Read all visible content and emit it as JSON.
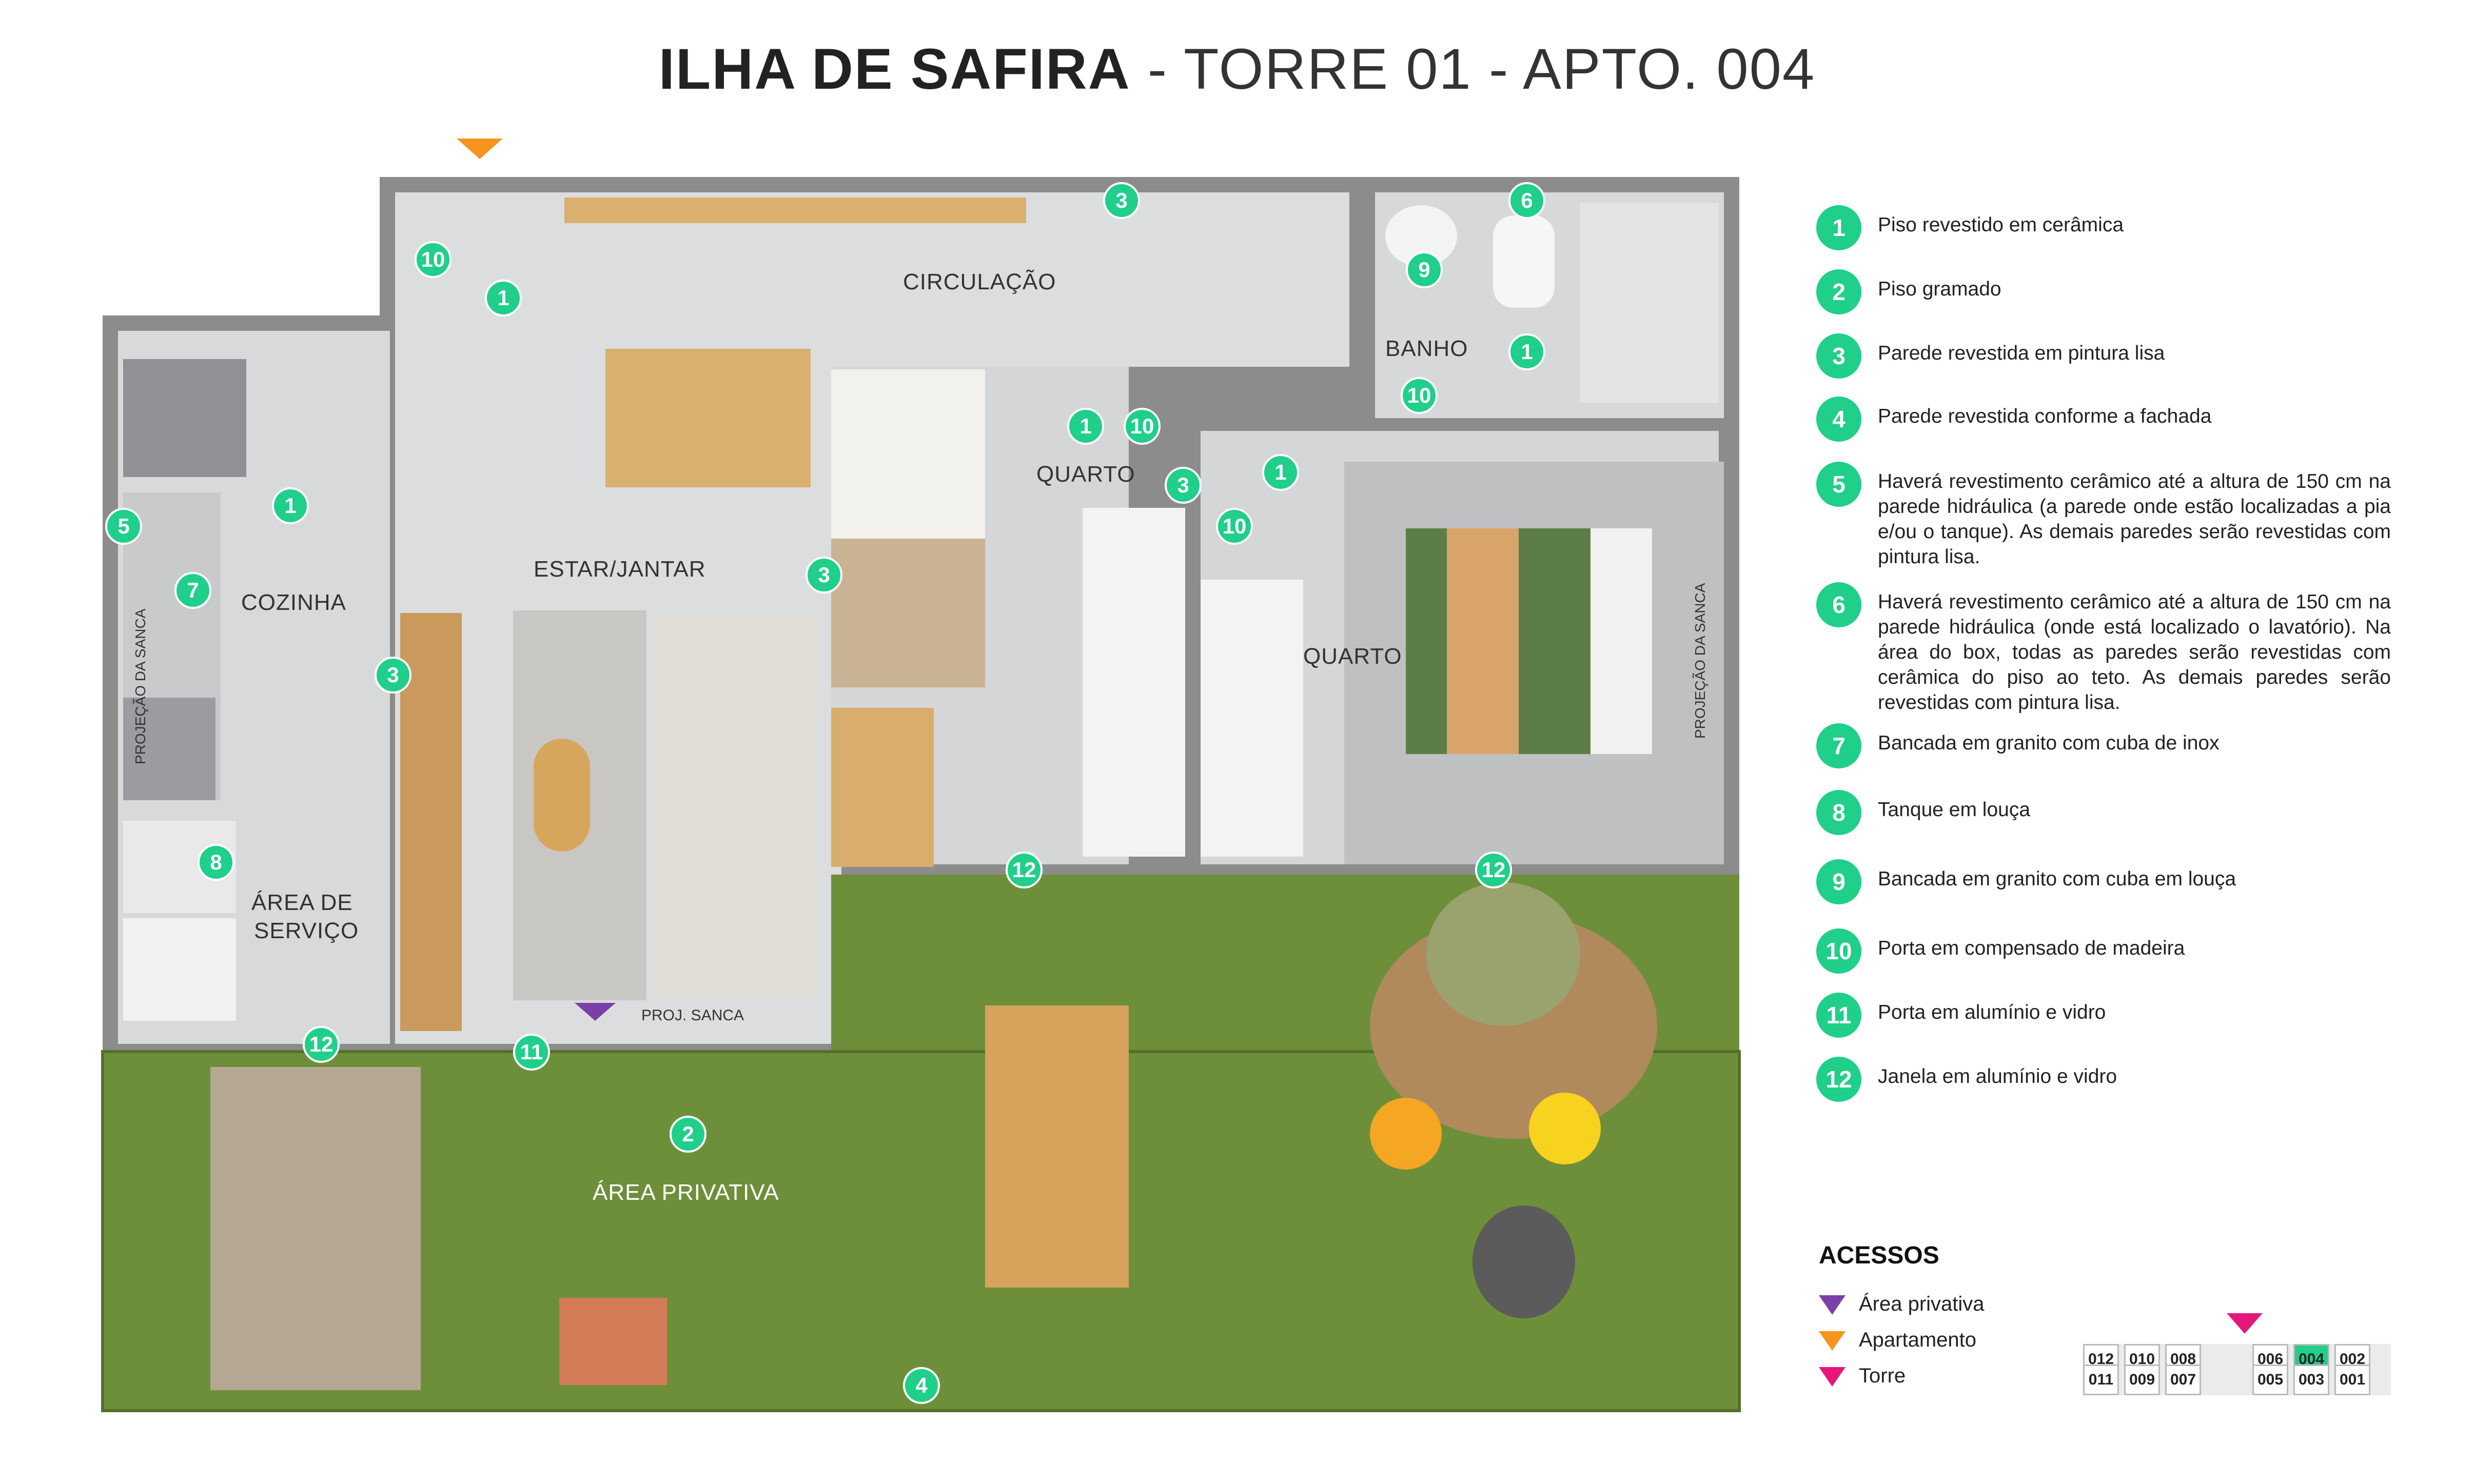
{
  "header": {
    "title_strong": "ILHA DE SAFIRA",
    "title_rest": " - TORRE 01 - APTO. 004"
  },
  "plan": {
    "rooms": {
      "circulacao": "CIRCULAÇÃO",
      "banho": "BANHO",
      "quarto1": "QUARTO",
      "quarto2": "QUARTO",
      "estar": "ESTAR/JANTAR",
      "cozinha": "COZINHA",
      "area_servico_1": "ÁREA DE",
      "area_servico_2": "SERVIÇO",
      "area_privativa": "ÁREA PRIVATIVA"
    },
    "labels": {
      "proj_sanca_left": "PROJEÇÃO DA SANCA",
      "proj_sanca_right": "PROJEÇÃO DA SANCA",
      "proj_sanca_small": "PROJ. SANCA"
    },
    "markers": [
      "10",
      "1",
      "3",
      "6",
      "9",
      "1",
      "10",
      "1",
      "10",
      "3",
      "1",
      "10",
      "5",
      "1",
      "7",
      "3",
      "3",
      "8",
      "12",
      "12",
      "12",
      "11",
      "2",
      "4"
    ]
  },
  "legend": [
    {
      "num": "1",
      "text": "Piso revestido em cerâmica"
    },
    {
      "num": "2",
      "text": "Piso gramado"
    },
    {
      "num": "3",
      "text": "Parede revestida em pintura lisa"
    },
    {
      "num": "4",
      "text": "Parede revestida conforme a fachada"
    },
    {
      "num": "5",
      "text": "Haverá revestimento cerâmico até a altura de 150 cm na parede hidráulica (a parede onde estão localizadas a pia e/ou o tanque). As demais paredes serão revestidas com pintura lisa."
    },
    {
      "num": "6",
      "text": "Haverá revestimento cerâmico até a altura de 150 cm na parede hidráulica (onde está localizado o lavatório). Na área do box, todas as paredes serão revestidas com cerâmica do piso ao teto. As demais paredes serão revestidas com pintura lisa."
    },
    {
      "num": "7",
      "text": "Bancada em granito com cuba de inox"
    },
    {
      "num": "8",
      "text": "Tanque em louça"
    },
    {
      "num": "9",
      "text": "Bancada em granito com cuba em louça"
    },
    {
      "num": "10",
      "text": "Porta em compensado de madeira"
    },
    {
      "num": "11",
      "text": "Porta em alumínio e vidro"
    },
    {
      "num": "12",
      "text": "Janela em alumínio e vidro"
    }
  ],
  "acessos": {
    "title": "ACESSOS",
    "items": [
      {
        "label": "Área privativa",
        "color": "#7b3fa8"
      },
      {
        "label": "Apartamento",
        "color": "#f7941d"
      },
      {
        "label": "Torre",
        "color": "#e6177a"
      }
    ]
  },
  "tower": {
    "top_row": [
      "012",
      "010",
      "008",
      "006",
      "004",
      "002"
    ],
    "bottom_row": [
      "011",
      "009",
      "007",
      "005",
      "003",
      "001"
    ],
    "highlight": "004",
    "highlight_color": "#1fcf8a"
  },
  "colors": {
    "marker": "#1fcf8a",
    "wall": "#8c8c8c",
    "floor": "#d9dadc",
    "grass": "#6e8f3a"
  }
}
